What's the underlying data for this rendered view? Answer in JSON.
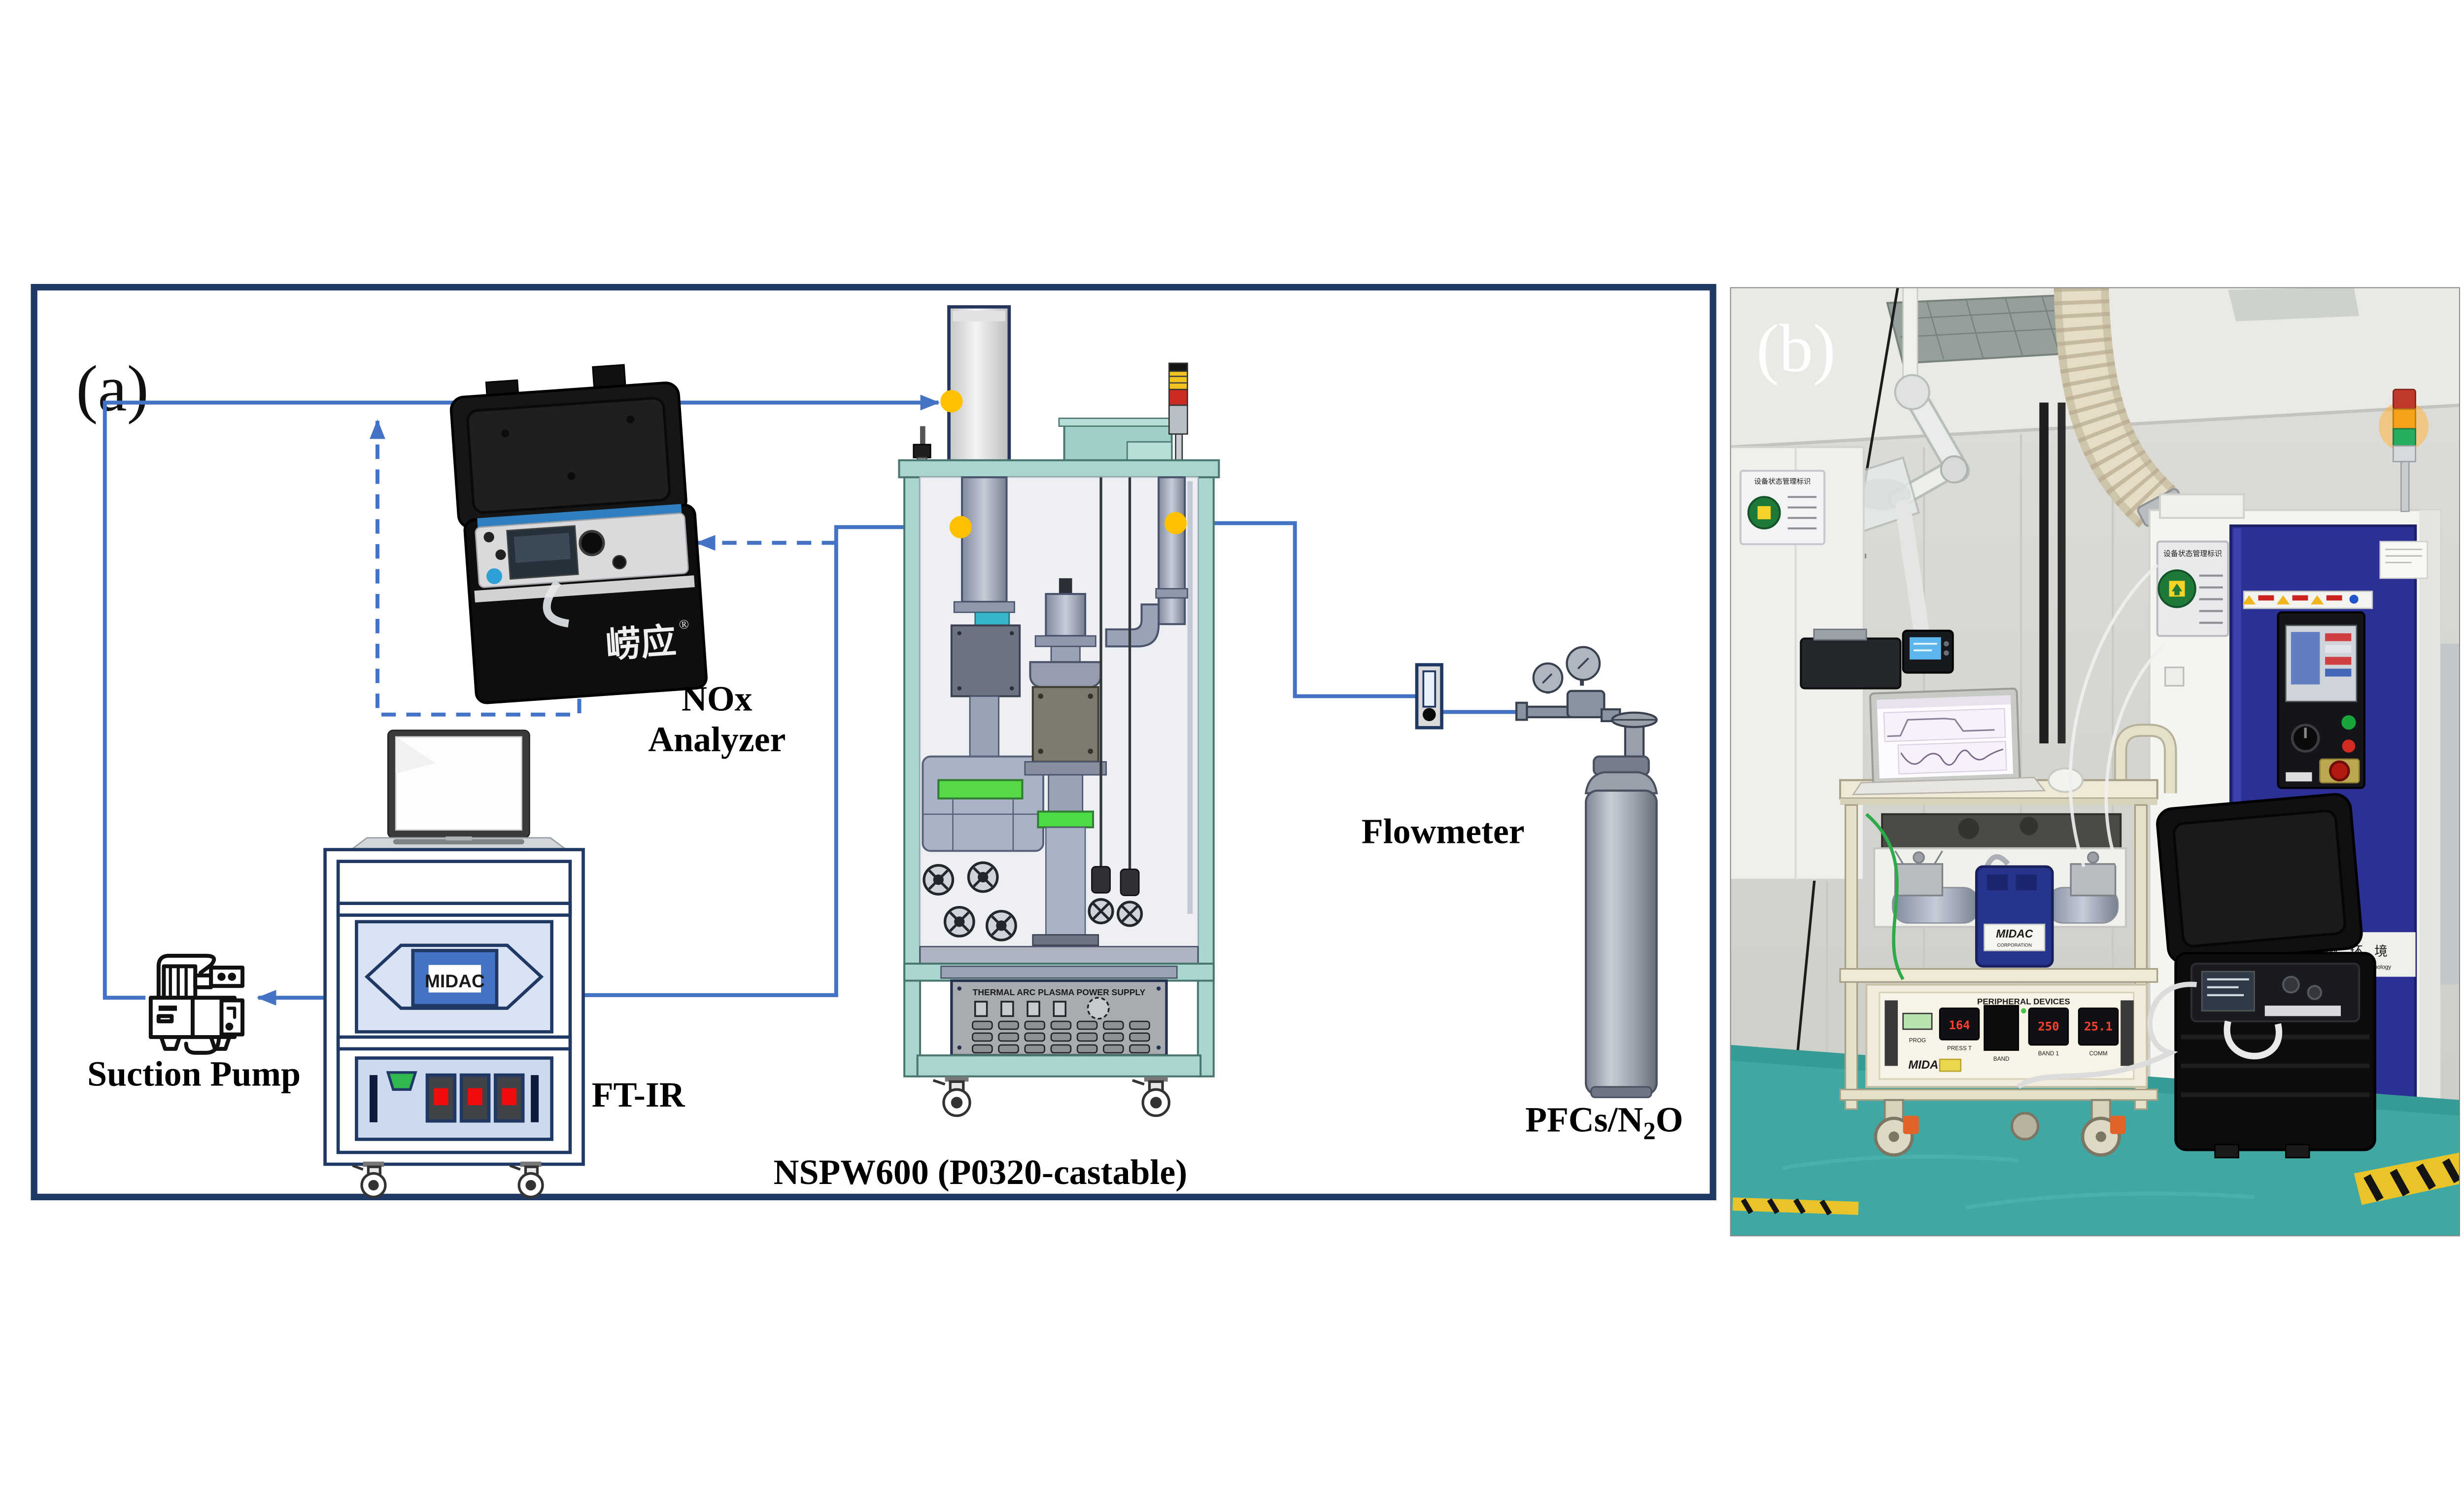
{
  "colors": {
    "line_blue": "#4472C4",
    "sample_dot_yellow": "#FFC000",
    "border_navy": "#1F3864",
    "frame_teal": "#A9D6CE",
    "door_blue": "#2B2F96",
    "floor_teal": "#3FA8A2",
    "midac_box_blue": "#4472C4"
  },
  "panel_a": {
    "label": "(a)",
    "nox_analyzer": {
      "label_line1": "NOx",
      "label_line2": "Analyzer",
      "case_brand": "崂应",
      "brand_mark": "®"
    },
    "suction_pump": {
      "label": "Suction Pump"
    },
    "ftir": {
      "label": "FT-IR",
      "spectrometer_brand": "MIDAC"
    },
    "nspw600": {
      "label": "NSPW600 (P0320-castable)",
      "power_supply_title": "THERMAL ARC PLASMA POWER SUPPLY"
    },
    "flowmeter": {
      "label": "Flowmeter"
    },
    "gas_cylinder": {
      "label_prefix": "PFCs/N",
      "label_sub": "2",
      "label_suffix": "O"
    }
  },
  "panel_b": {
    "label": "(b)",
    "scrubber": {
      "status_sign_title": "设备状态管理标识",
      "logo_cn": "协 微 环 境",
      "logo_en": "Shareway Environment Technology"
    },
    "cabinet_sign_title": "设备状态管理标识",
    "cart": {
      "ftir_cover_brand_line1": "MIDAC",
      "ftir_cover_brand_line2": "CORPORATION",
      "panel_title": "PERIPHERAL DEVICES",
      "panel_brand": "MIDAC",
      "prog_label": "PROG",
      "controller1_reading": "164",
      "controller1_label": "PRESS T",
      "band_window_label": "BAND",
      "controller2_reading": "250",
      "controller2_label": "BAND 1",
      "controller3_reading": "25.1",
      "controller3_label": "COMM"
    }
  }
}
